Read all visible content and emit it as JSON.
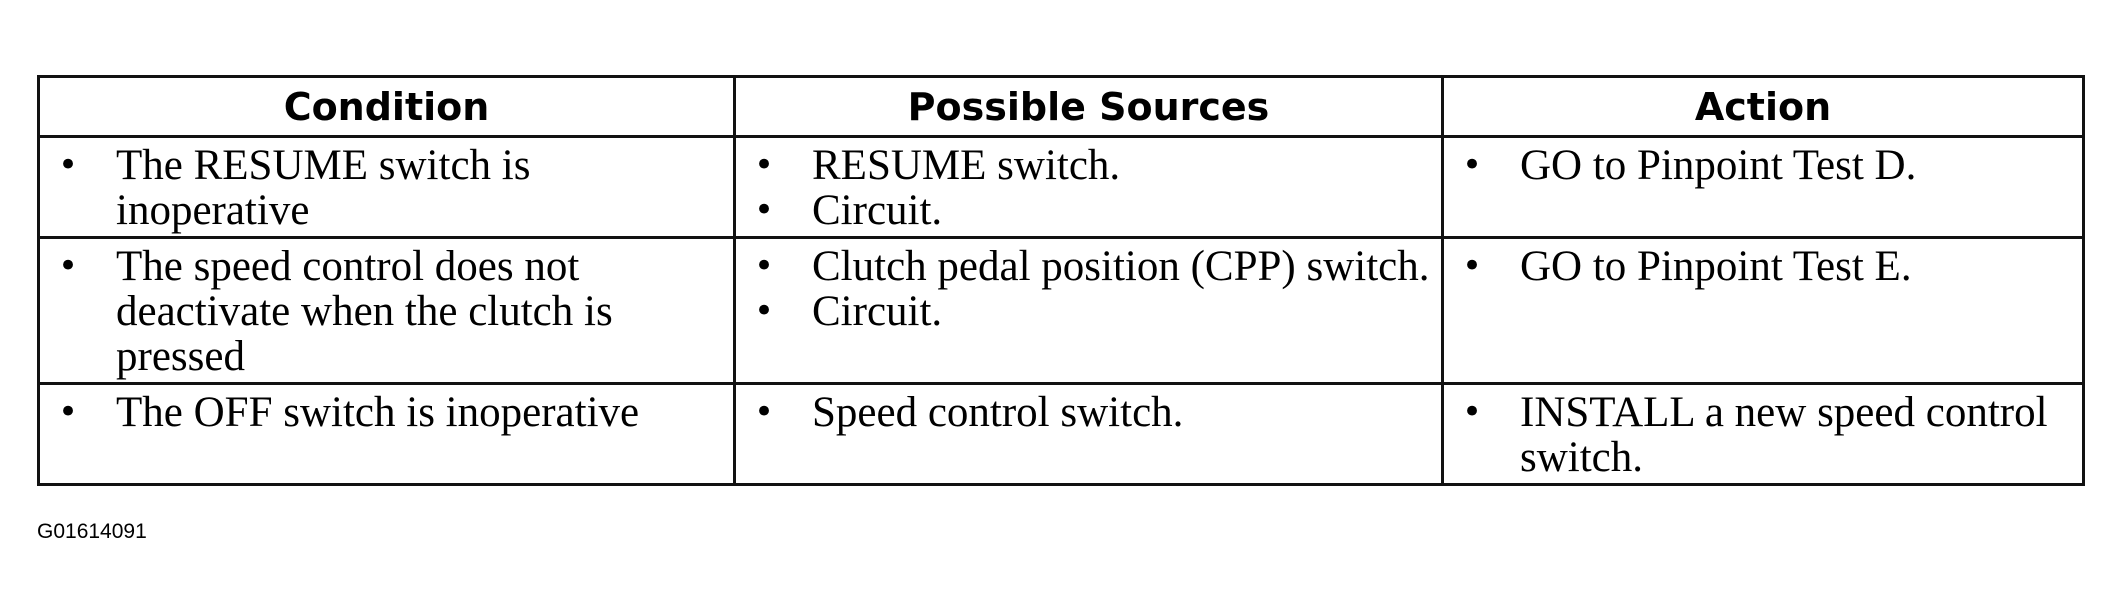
{
  "headers": {
    "condition": "Condition",
    "sources": "Possible Sources",
    "action": "Action"
  },
  "bullet": "•",
  "rows": [
    {
      "condition": [
        "The RESUME switch is inoperative"
      ],
      "sources": [
        "RESUME switch.",
        "Circuit."
      ],
      "action": [
        "GO to Pinpoint Test D."
      ]
    },
    {
      "condition": [
        "The speed control does not deactivate when the clutch is pressed"
      ],
      "sources": [
        "Clutch pedal position (CPP) switch.",
        "Circuit."
      ],
      "action": [
        "GO to Pinpoint Test E."
      ]
    },
    {
      "condition": [
        "The OFF switch is inoperative"
      ],
      "sources": [
        "Speed control switch."
      ],
      "action": [
        "INSTALL a new speed control switch."
      ]
    }
  ],
  "figure_id": "G01614091"
}
